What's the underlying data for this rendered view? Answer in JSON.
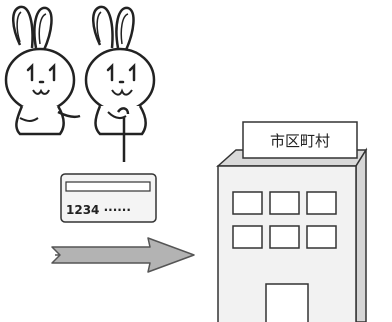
{
  "building": {
    "sign_label": "市区町村"
  },
  "card": {
    "number_text": "1234 ······"
  },
  "mascots": {
    "left_face": "1_1",
    "right_face": "1_1"
  },
  "colors": {
    "arrow": "#b3b3b3",
    "building_body": "#f2f2f2",
    "building_side": "#d6d6d6",
    "card_fill": "#f4f4f4"
  }
}
